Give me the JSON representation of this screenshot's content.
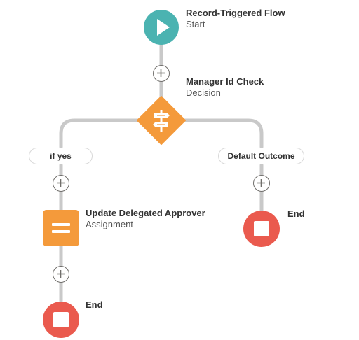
{
  "start": {
    "title": "Record-Triggered Flow",
    "subtitle": "Start",
    "color": "#4bb3b1",
    "icon": "play-icon"
  },
  "decision": {
    "title": "Manager Id Check",
    "subtitle": "Decision",
    "color": "#f49a3b",
    "icon": "decision-icon"
  },
  "branches": [
    {
      "label": "if yes"
    },
    {
      "label": "Default Outcome"
    }
  ],
  "assignment": {
    "title": "Update Delegated Approver",
    "subtitle": "Assignment",
    "color": "#f49a3b",
    "icon": "assignment-icon"
  },
  "end_nodes": [
    {
      "label": "End"
    },
    {
      "label": "End"
    }
  ],
  "colors": {
    "end": "#ea5a4e",
    "connector": "#c9c9c9"
  },
  "add_button_icon": "plus-icon"
}
